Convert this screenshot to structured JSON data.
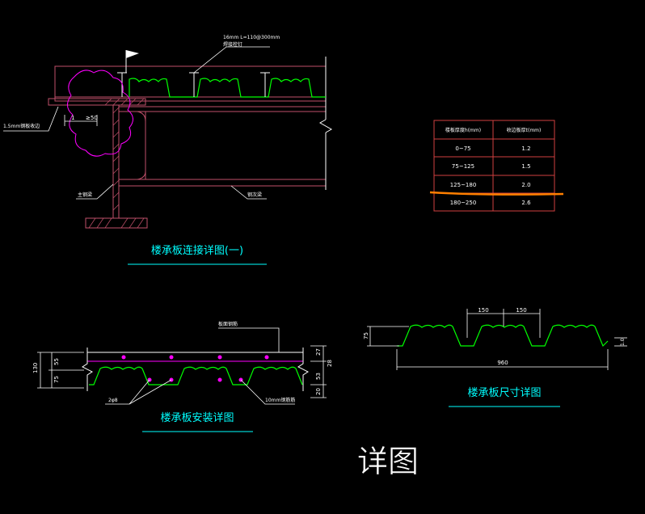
{
  "colors": {
    "background": "#000000",
    "structure": "#c0506a",
    "deck": "#00ff00",
    "dim": "#ffffff",
    "title": "#00ffff",
    "rebar": "#ff00ff",
    "cloud": "#ff00ff",
    "highlight": "#ff7f00",
    "table_border": "#d04040",
    "leader": "#ffff00"
  },
  "detail1": {
    "title": "楼承板连接详图(一)",
    "stud_note_line1": "16mm L=110@300mm",
    "stud_note_line2": "焊接栓钉",
    "left_note": "1.5mm钢板收边",
    "dim_a": "1",
    "dim_b": "≥50",
    "beam_note": "主钢梁",
    "beam_note2": "钢次梁"
  },
  "table": {
    "header": [
      "楼板厚度h(mm)",
      "收边板厚t(mm)"
    ],
    "rows": [
      [
        "0~75",
        "1.2"
      ],
      [
        "75~125",
        "1.5"
      ],
      [
        "125~180",
        "2.0"
      ],
      [
        "180~250",
        "2.6"
      ]
    ]
  },
  "detail2": {
    "title": "楼承板安装详图",
    "rebar_note": "板面钢筋",
    "tie_note": "2φ8",
    "bar_note": "10mm钢筋筋",
    "dims_left": [
      "130",
      "55",
      "75"
    ],
    "dims_right": [
      "27",
      "28",
      "53",
      "20"
    ]
  },
  "detail3": {
    "title": "楼承板尺寸详图",
    "dim_150a": "150",
    "dim_150b": "150",
    "dim_960": "960",
    "dim_75": "75",
    "dim_t": "1.0"
  },
  "caption": "详图"
}
